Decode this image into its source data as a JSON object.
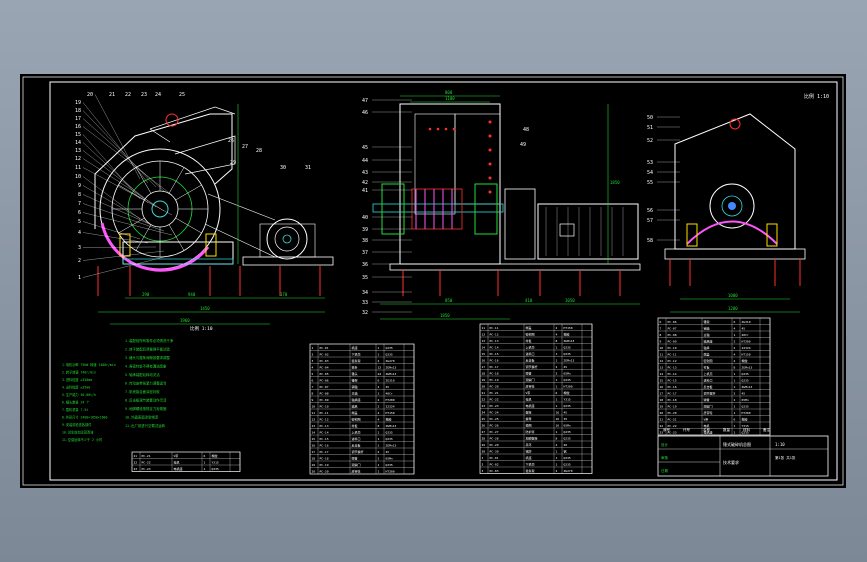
{
  "scale_note": "比例 1:10",
  "views": {
    "front": {
      "callouts": [
        "1",
        "2",
        "3",
        "4",
        "5",
        "6",
        "7",
        "8",
        "9",
        "10",
        "11",
        "12",
        "13",
        "14",
        "15",
        "16",
        "17",
        "18",
        "19",
        "20",
        "21",
        "22",
        "23",
        "24",
        "25",
        "26",
        "27",
        "28",
        "29",
        "30",
        "31"
      ],
      "dims": [
        "290",
        "940",
        "370",
        "1450",
        "1960"
      ]
    },
    "side": {
      "callouts": [
        "32",
        "33",
        "34",
        "35",
        "36",
        "37",
        "38",
        "39",
        "40",
        "41",
        "42",
        "43",
        "44",
        "45",
        "46",
        "47",
        "48",
        "49"
      ],
      "dims": [
        "800",
        "1100",
        "1850",
        "850",
        "410",
        "1850",
        "1050"
      ]
    },
    "end": {
      "callouts": [
        "50",
        "51",
        "52",
        "53",
        "54",
        "55",
        "56",
        "57",
        "58"
      ],
      "dims": [
        "1000",
        "1200"
      ]
    }
  },
  "tech_notes": [
    "1.电机功率 75KW 转速 1480r/min",
    "2.转子转速 740r/min",
    "3.进料粒度 ≤350mm",
    "4.出料粒度 ≤35mm",
    "5.生产能力 50-80t/h",
    "6.锤头数量 24 个",
    "7.整机重量 7.5t",
    "8.外形尺寸 2400×1850×1600",
    "9.安装前检查各部件",
    "10.试车前加注润滑油",
    "11.空载运转不少于 2 小时"
  ],
  "requirements_title": "技术要求",
  "requirements": [
    "1.装配前所有零件必须清洗干净",
    "2.转子装配后须做静平衡试验",
    "3.锤头与篦条间隙按要求调整",
    "4.各密封处不得有漏油现象",
    "5.轴承装配后转动灵活",
    "6.传动皮带张紧力调整适当",
    "7.机壳接合面涂密封胶",
    "8.反击板调节装置动作灵活",
    "9.地脚螺栓按规定力矩紧固",
    "10.外露表面涂防锈漆",
    "11.出厂前进行空载试运转"
  ],
  "bom": {
    "headers": [
      "序号",
      "代号",
      "名称",
      "数量",
      "材料",
      "备注"
    ],
    "rows": [
      [
        "1",
        "PC-01",
        "机座",
        "1",
        "Q235",
        ""
      ],
      [
        "2",
        "PC-02",
        "下机壳",
        "1",
        "Q235",
        ""
      ],
      [
        "3",
        "PC-03",
        "篦条架",
        "2",
        "ZG270",
        ""
      ],
      [
        "4",
        "PC-04",
        "篦条",
        "12",
        "ZGMn13",
        ""
      ],
      [
        "5",
        "PC-05",
        "锤头",
        "24",
        "ZGMn13",
        ""
      ],
      [
        "6",
        "PC-06",
        "锤架",
        "6",
        "ZG310",
        ""
      ],
      [
        "7",
        "PC-07",
        "销轴",
        "4",
        "45",
        ""
      ],
      [
        "8",
        "PC-08",
        "主轴",
        "1",
        "40Cr",
        ""
      ],
      [
        "9",
        "PC-09",
        "轴承座",
        "2",
        "HT200",
        ""
      ],
      [
        "10",
        "PC-10",
        "轴承",
        "2",
        "22324",
        ""
      ],
      [
        "11",
        "PC-11",
        "端盖",
        "4",
        "HT150",
        ""
      ],
      [
        "12",
        "PC-12",
        "密封圈",
        "4",
        "橡胶",
        ""
      ],
      [
        "13",
        "PC-13",
        "衬板",
        "8",
        "ZGMn13",
        ""
      ],
      [
        "14",
        "PC-14",
        "上机壳",
        "1",
        "Q235",
        ""
      ],
      [
        "15",
        "PC-15",
        "进料口",
        "1",
        "Q235",
        ""
      ],
      [
        "16",
        "PC-16",
        "反击板",
        "1",
        "ZGMn13",
        ""
      ],
      [
        "17",
        "PC-17",
        "调节螺杆",
        "2",
        "45",
        ""
      ],
      [
        "18",
        "PC-18",
        "弹簧",
        "2",
        "65Mn",
        ""
      ],
      [
        "19",
        "PC-19",
        "观察门",
        "1",
        "Q235",
        ""
      ],
      [
        "20",
        "PC-20",
        "皮带轮",
        "1",
        "HT200",
        ""
      ],
      [
        "21",
        "PC-21",
        "V带",
        "6",
        "橡胶",
        ""
      ],
      [
        "22",
        "PC-22",
        "电机",
        "1",
        "Y315",
        ""
      ],
      [
        "23",
        "PC-23",
        "电机座",
        "1",
        "Q235",
        ""
      ],
      [
        "24",
        "PC-24",
        "螺栓",
        "16",
        "45",
        ""
      ],
      [
        "25",
        "PC-25",
        "螺母",
        "16",
        "35",
        ""
      ],
      [
        "26",
        "PC-26",
        "垫圈",
        "16",
        "65Mn",
        ""
      ],
      [
        "27",
        "PC-27",
        "防护罩",
        "1",
        "Q235",
        ""
      ],
      [
        "28",
        "PC-28",
        "地脚螺栓",
        "8",
        "Q235",
        ""
      ],
      [
        "29",
        "PC-29",
        "吊环",
        "4",
        "20",
        ""
      ],
      [
        "30",
        "PC-30",
        "铭牌",
        "1",
        "铝",
        ""
      ]
    ]
  },
  "title_block": {
    "drawing_name": "锤式破碎机总图",
    "scale": "1:10",
    "sheet": "第1张 共1张",
    "designer": "设计",
    "checker": "审核",
    "date": "日期"
  }
}
